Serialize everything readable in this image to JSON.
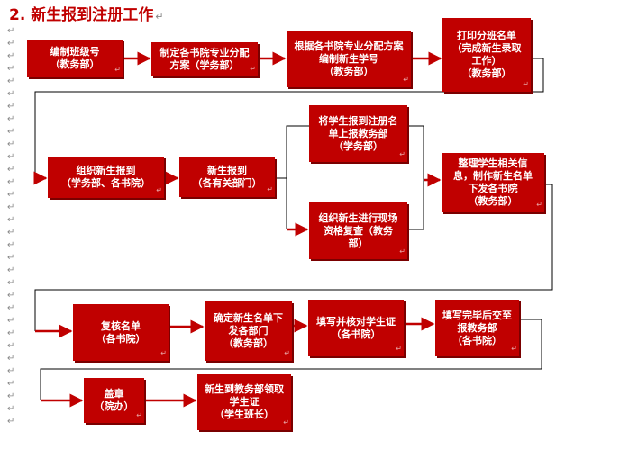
{
  "heading": "2. 新生报到注册工作",
  "para_marks": [
    "↵",
    "↵",
    "↵",
    "↵",
    "↵",
    "↵",
    "↵",
    "↵",
    "↵",
    "↵",
    "↵",
    "↵",
    "↵",
    "↵",
    "↵",
    "↵",
    "↵",
    "↵",
    "↵",
    "↵",
    "↵",
    "↵",
    "↵",
    "↵",
    "↵",
    "↵",
    "↵",
    "↵",
    "↵",
    "↵",
    "↵",
    "↵"
  ],
  "boxes": {
    "b1": "编制班级号\n（教务部）",
    "b2": "制定各书院专业分配方案（学务部）",
    "b3": "根据各书院专业分配方案编制新生学号\n（教务部）",
    "b4": "打印分班名单\n（完成新生录取工作）\n（教务部）",
    "b5": "组织新生报到\n（学务部、各书院）",
    "b6": "新生报到\n（各有关部门）",
    "b7": "将学生报到注册名单上报教务部\n（学务部）",
    "b8": "组织新生进行现场资格复查（教务部）",
    "b9": "整理学生相关信息，制作新生名单下发各书院\n（教务部）",
    "b10": "复核名单\n（各书院）",
    "b11": "确定新生名单下发各部门\n（教务部）",
    "b12": "填写并核对学生证\n（各书院）",
    "b13": "填写完毕后交至报教务部\n（各书院）",
    "b14": "盖章\n（院办）",
    "b15": "新生到教务部领取学生证\n（学生班长）"
  },
  "colors": {
    "box": "#c00000",
    "line": "#000000",
    "arrow": "#c00000"
  }
}
